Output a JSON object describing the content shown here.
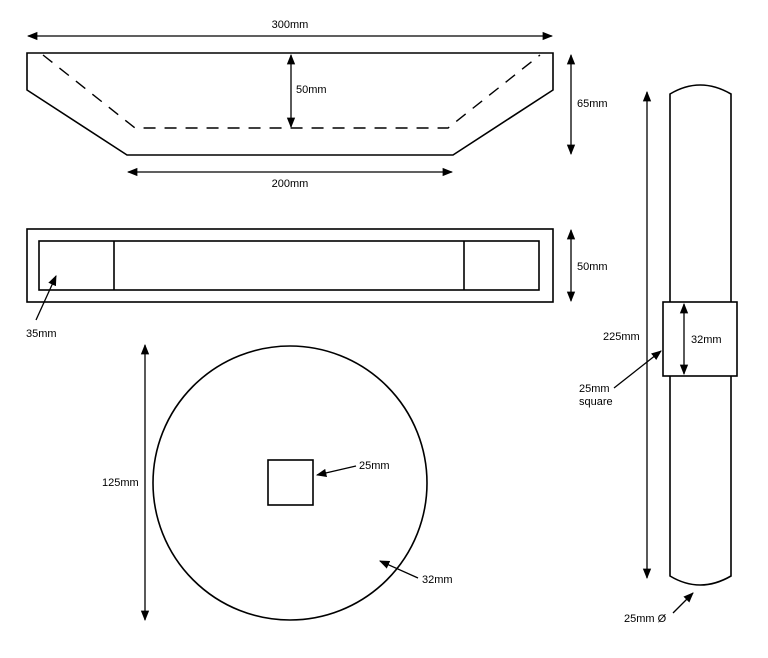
{
  "colors": {
    "line": "#000000",
    "background": "#ffffff"
  },
  "tray": {
    "width_label": "300mm",
    "depth_label": "50mm",
    "height_label": "65mm",
    "base_label": "200mm"
  },
  "top_view": {
    "height_label": "50mm",
    "end_label": "35mm"
  },
  "disc": {
    "diameter_label": "125mm",
    "hole_label": "25mm",
    "thickness_label": "32mm"
  },
  "rod": {
    "length_label": "225mm",
    "block_label": "32mm",
    "square_label_line1": "25mm",
    "square_label_line2": "square",
    "diameter_label": "25mm Ø"
  }
}
